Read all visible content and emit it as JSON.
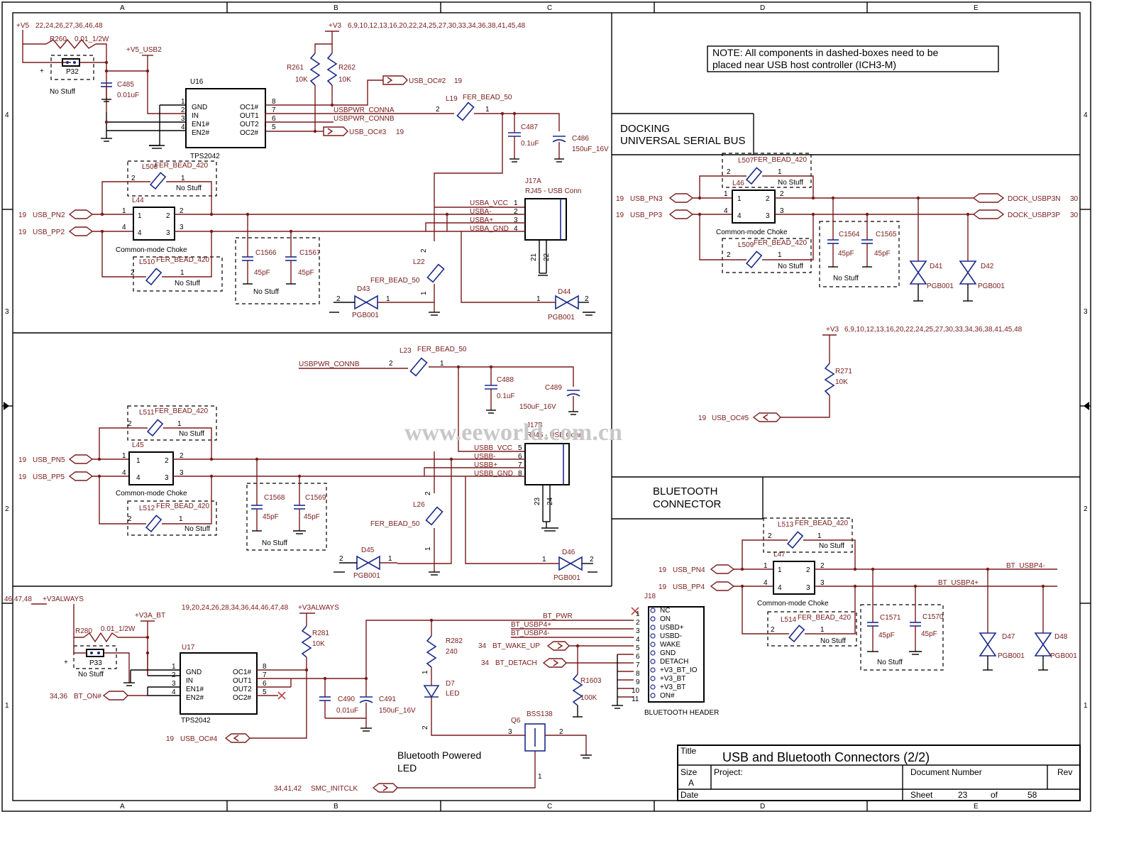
{
  "watermark": "www.eeworld.com.cn",
  "title_block": {
    "title_label": "Title",
    "title": "USB and Bluetooth Connectors (2/2)",
    "size_label": "Size",
    "size": "A",
    "project_label": "Project:",
    "docnum_label": "Document Number",
    "rev_label": "Rev",
    "date_label": "Date",
    "sheet_label": "Sheet",
    "sheet": "23",
    "of_label": "of",
    "total": "58"
  },
  "zones": {
    "cols": [
      "A",
      "B",
      "C",
      "D",
      "E"
    ],
    "rows": [
      "4",
      "3",
      "2",
      "1"
    ]
  },
  "note": {
    "line1": "NOTE:  All components in dashed-boxes need to be",
    "line2": "placed near USB host controller (ICH3-M)"
  },
  "sections": {
    "docking1": "DOCKING",
    "docking2": "UNIVERSAL SERIAL BUS",
    "bt1": "BLUETOOTH",
    "bt2": "CONNECTOR",
    "bt_led1": "Bluetooth Powered",
    "bt_led2": "LED",
    "bt_header": "BLUETOOTH HEADER"
  },
  "top": {
    "v5": "+V5",
    "v5_refs": "22,24,26,27,36,46,48",
    "r260": "R260",
    "r260_val": "0.01_1/2W",
    "v5_usb2": "+V5_USB2",
    "p32": "P32",
    "plus": "+",
    "no_stuff": "No Stuff",
    "c485": "C485",
    "c485_val": "0.01uF",
    "u16": "U16",
    "u16_part": "TPS2042",
    "v3": "+V3",
    "v3_refs": "6,9,10,12,13,16,20,22,24,25,27,30,33,34,36,38,41,45,48",
    "r261": "R261",
    "r261_val": "10K",
    "r262": "R262",
    "r262_val": "10K",
    "usb_oc2": "USB_OC#2",
    "usb_oc2_ref": "19",
    "usb_oc3": "USB_OC#3",
    "usb_oc3_ref": "19",
    "l19": "L19",
    "fer50": "FER_BEAD_50",
    "usbpwr_a": "USBPWR_CONNA",
    "usbpwr_b": "USBPWR_CONNB",
    "c487": "C487",
    "c487_val": "0.1uF",
    "c486": "C486",
    "c486_val": "150uF_16V",
    "j17a": "J17A",
    "j17a_desc": "RJ45 - USB Conn",
    "usba_vcc": "USBA_VCC",
    "usba_m": "USBA-",
    "usba_p": "USBA+",
    "usba_gnd": "USBA_GND",
    "l506": "L506",
    "l510": "L510",
    "fer420": "FER_BEAD_420",
    "l44": "L44",
    "choke": "Common-mode Choke",
    "usb_pn2": "USB_PN2",
    "usb_pp2": "USB_PP2",
    "ref19": "19",
    "c1566": "C1566",
    "c1567": "C1567",
    "cap45": "45pF",
    "l22": "L22",
    "d43": "D43",
    "d44": "D44",
    "pgb": "PGB001"
  },
  "u16_pins": {
    "gnd": "GND",
    "in": "IN",
    "en1": "EN1#",
    "en2": "EN2#",
    "oc1": "OC1#",
    "out1": "OUT1",
    "out2": "OUT2",
    "oc2": "OC2#"
  },
  "mid": {
    "l23": "L23",
    "c488": "C488",
    "c488_val": "0.1uF",
    "c489": "C489",
    "c489_val": "150uF_16V",
    "j17b": "J17B",
    "j17b_desc": "RJ45 - USB Conn",
    "usbb_vcc": "USBB_VCC",
    "usbb_m": "USBB-",
    "usbb_p": "USBB+",
    "usbb_gnd": "USBB_GND",
    "l511": "L511",
    "l512": "L512",
    "l45": "L45",
    "usb_pn5": "USB_PN5",
    "usb_pp5": "USB_PP5",
    "c1568": "C1568",
    "c1569": "C1569",
    "l26": "L26",
    "d45": "D45",
    "d46": "D46"
  },
  "dock": {
    "l507": "L507",
    "l509": "L509",
    "l46": "L46",
    "usb_pn3": "USB_PN3",
    "usb_pp3": "USB_PP3",
    "dock_n": "DOCK_USBP3N",
    "dock_p": "DOCK_USBP3P",
    "dock_ref": "30",
    "c1564": "C1564",
    "c1565": "C1565",
    "d41": "D41",
    "d42": "D42",
    "r271": "R271",
    "r271_val": "10K",
    "usb_oc5": "USB_OC#5"
  },
  "bt": {
    "l513": "L513",
    "l514": "L514",
    "l47": "L47",
    "usb_pn4": "USB_PN4",
    "usb_pp4": "USB_PP4",
    "bt_usbp_m": "BT_USBP4-",
    "bt_usbp_p": "BT_USBP4+",
    "c1571": "C1571",
    "c1570": "C1570",
    "d47": "D47",
    "d48": "D48",
    "v3always_refs": "46,47,48",
    "v3always": "+V3ALWAYS",
    "v3a_bt": "+V3A_BT",
    "refs_mid": "19,20,24,26,28,34,36,44,46,47,48",
    "r280": "R280",
    "r280_val": "0.01_1/2W",
    "p33": "P33",
    "u17": "U17",
    "u17_part": "TPS2042",
    "r281": "R281",
    "r281_val": "10K",
    "bt_on": "BT_ON#",
    "bt_on_refs": "34,36",
    "usb_oc4": "USB_OC#4",
    "c490": "C490",
    "c490_val": "0.01uF",
    "c491": "C491",
    "c491_val": "150uF_16V",
    "bt_pwr": "BT_PWR",
    "bt_usbp4p": "BT_USBP4+",
    "bt_usbp4m": "BT_USBP4-",
    "bt_wake": "BT_WAKE_UP",
    "bt_detach": "BT_DETACH",
    "ref34": "34",
    "r282": "R282",
    "r282_val": "240",
    "d7": "D7",
    "d7_val": "LED",
    "r1603": "R1603",
    "r1603_val": "100K",
    "j18": "J18",
    "q6": "Q6",
    "q6_part": "BSS138",
    "smc": "SMC_INITCLK",
    "smc_refs": "34,41,42"
  },
  "j18_pins": [
    "NC",
    "ON",
    "USBD+",
    "USBD-",
    "WAKE",
    "GND",
    "DETACH",
    "+V3_BT_IO",
    "+V3_BT",
    "+V3_BT",
    "ON#"
  ]
}
